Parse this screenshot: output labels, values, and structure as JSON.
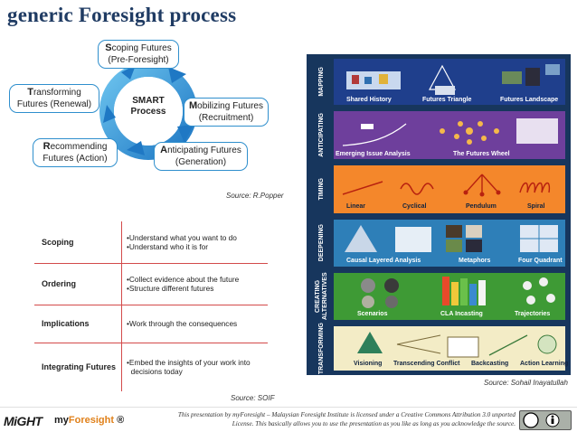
{
  "title": "generic Foresight process",
  "cycle": {
    "center": [
      "SMART",
      "Process"
    ],
    "stages": [
      {
        "cap": "S",
        "rest": "coping Futures",
        "sub": "(Pre-Foresight)"
      },
      {
        "cap": "M",
        "rest": "obilizing Futures",
        "sub": "(Recruitment)"
      },
      {
        "cap": "A",
        "rest": "nticipating Futures",
        "sub": "(Generation)"
      },
      {
        "cap": "R",
        "rest": "ecommending",
        "sub": "Futures  (Action)"
      },
      {
        "cap": "T",
        "rest": "ransforming",
        "sub": "Futures  (Renewal)"
      }
    ],
    "source": "Source: R.Popper"
  },
  "table": {
    "rows": [
      {
        "label": "Scoping",
        "lines": [
          "•Understand what you want to do",
          "•Understand who it is for"
        ]
      },
      {
        "label": "Ordering",
        "lines": [
          "•Collect evidence about the future",
          "•Structure different futures"
        ]
      },
      {
        "label": "Implications",
        "lines": [
          "•Work through the consequences"
        ]
      },
      {
        "label": "Integrating Futures",
        "lines": [
          "•Embed the insights of your work into",
          "  decisions today"
        ]
      }
    ],
    "source": "Source: SOIF"
  },
  "panel": {
    "source": "Source: Sohail Inayatullah",
    "bands": [
      {
        "side": "MAPPING",
        "color": "#1f3f8c",
        "labels": [
          "Shared History",
          "Futures Triangle",
          "Futures Landscape"
        ]
      },
      {
        "side": "ANTICIPATING",
        "color": "#6e3f9c",
        "labels": [
          "Emerging Issue Analysis",
          "The Futures Wheel"
        ]
      },
      {
        "side": "TIMING",
        "color": "#f4872b",
        "labels": [
          "Linear",
          "Cyclical",
          "Pendulum",
          "Spiral"
        ]
      },
      {
        "side": "DEEPENING",
        "color": "#2e7fb8",
        "labels": [
          "Causal Layered Analysis",
          "Metaphors",
          "Four Quadrant"
        ]
      },
      {
        "side": "CREATING ALTERNATIVES",
        "color": "#3e9a35",
        "labels": [
          "Scenarios",
          "CLA Incasting",
          "Trajectories"
        ]
      },
      {
        "side": "TRANSFORMING",
        "color": "#f3ecc6",
        "labels": [
          "Visioning",
          "Transcending Conflict",
          "Backcasting",
          "Action Learning"
        ]
      }
    ]
  },
  "footer": {
    "might": "MiGHT",
    "myforesight_a": "my",
    "myforesight_b": "Foresight",
    "reg": "®",
    "license_1": "This presentation by myForesight – Malaysian Foresight Institute is licensed under a Creative Commons Attribution 3.0 unported",
    "license_2": "License. This basically allows you to use the presentation as you like as long as you acknowledge the source.",
    "cc_badge": "cc  BY"
  }
}
